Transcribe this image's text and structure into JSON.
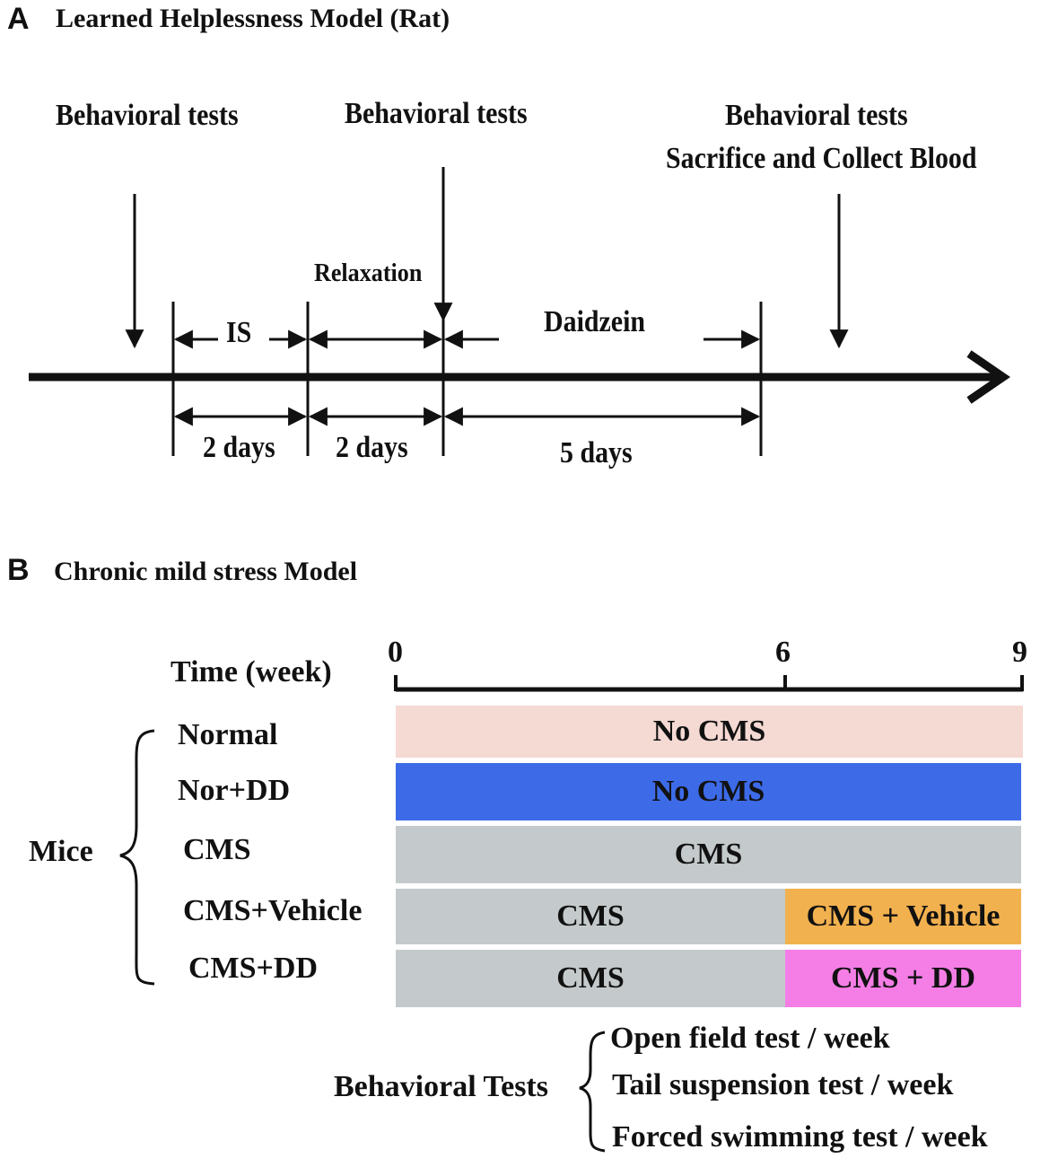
{
  "panel_a": {
    "letter": "A",
    "title": "Learned Helplessness Model (Rat)",
    "event_labels": {
      "first": "Behavioral tests",
      "second": "Behavioral tests",
      "third_line1": "Behavioral tests",
      "third_line2": "Sacrifice and Collect Blood"
    },
    "phase_labels": {
      "is": "IS",
      "relaxation": "Relaxation",
      "daidzein": "Daidzein"
    },
    "durations": [
      "2 days",
      "2 days",
      "5 days"
    ]
  },
  "panel_b": {
    "letter": "B",
    "title": "Chronic mild stress Model",
    "time_axis_label": "Time (week)",
    "ticks": [
      "0",
      "6",
      "9"
    ],
    "group_label": "Mice",
    "rows": [
      {
        "label": "Normal",
        "segments": [
          {
            "text": "No CMS",
            "color": "#f5d9d3",
            "from_week": 0,
            "to_week": 9
          }
        ]
      },
      {
        "label": "Nor+DD",
        "segments": [
          {
            "text": "No CMS",
            "color": "#3d6be8",
            "from_week": 0,
            "to_week": 9
          }
        ]
      },
      {
        "label": "CMS",
        "segments": [
          {
            "text": "CMS",
            "color": "#c4cacb",
            "from_week": 0,
            "to_week": 9
          }
        ]
      },
      {
        "label": "CMS+Vehicle",
        "segments": [
          {
            "text": "CMS",
            "color": "#c4cacb",
            "from_week": 0,
            "to_week": 6
          },
          {
            "text": "CMS + Vehicle",
            "color": "#f2b14f",
            "from_week": 6,
            "to_week": 9
          }
        ]
      },
      {
        "label": "CMS+DD",
        "segments": [
          {
            "text": "CMS",
            "color": "#c4cacb",
            "from_week": 0,
            "to_week": 6
          },
          {
            "text": "CMS + DD",
            "color": "#f47ee6",
            "from_week": 6,
            "to_week": 9
          }
        ]
      }
    ],
    "behavioral_tests_label": "Behavioral Tests",
    "behavioral_tests": [
      "Open field test / week",
      "Tail suspension test / week",
      "Forced swimming test / week"
    ]
  }
}
